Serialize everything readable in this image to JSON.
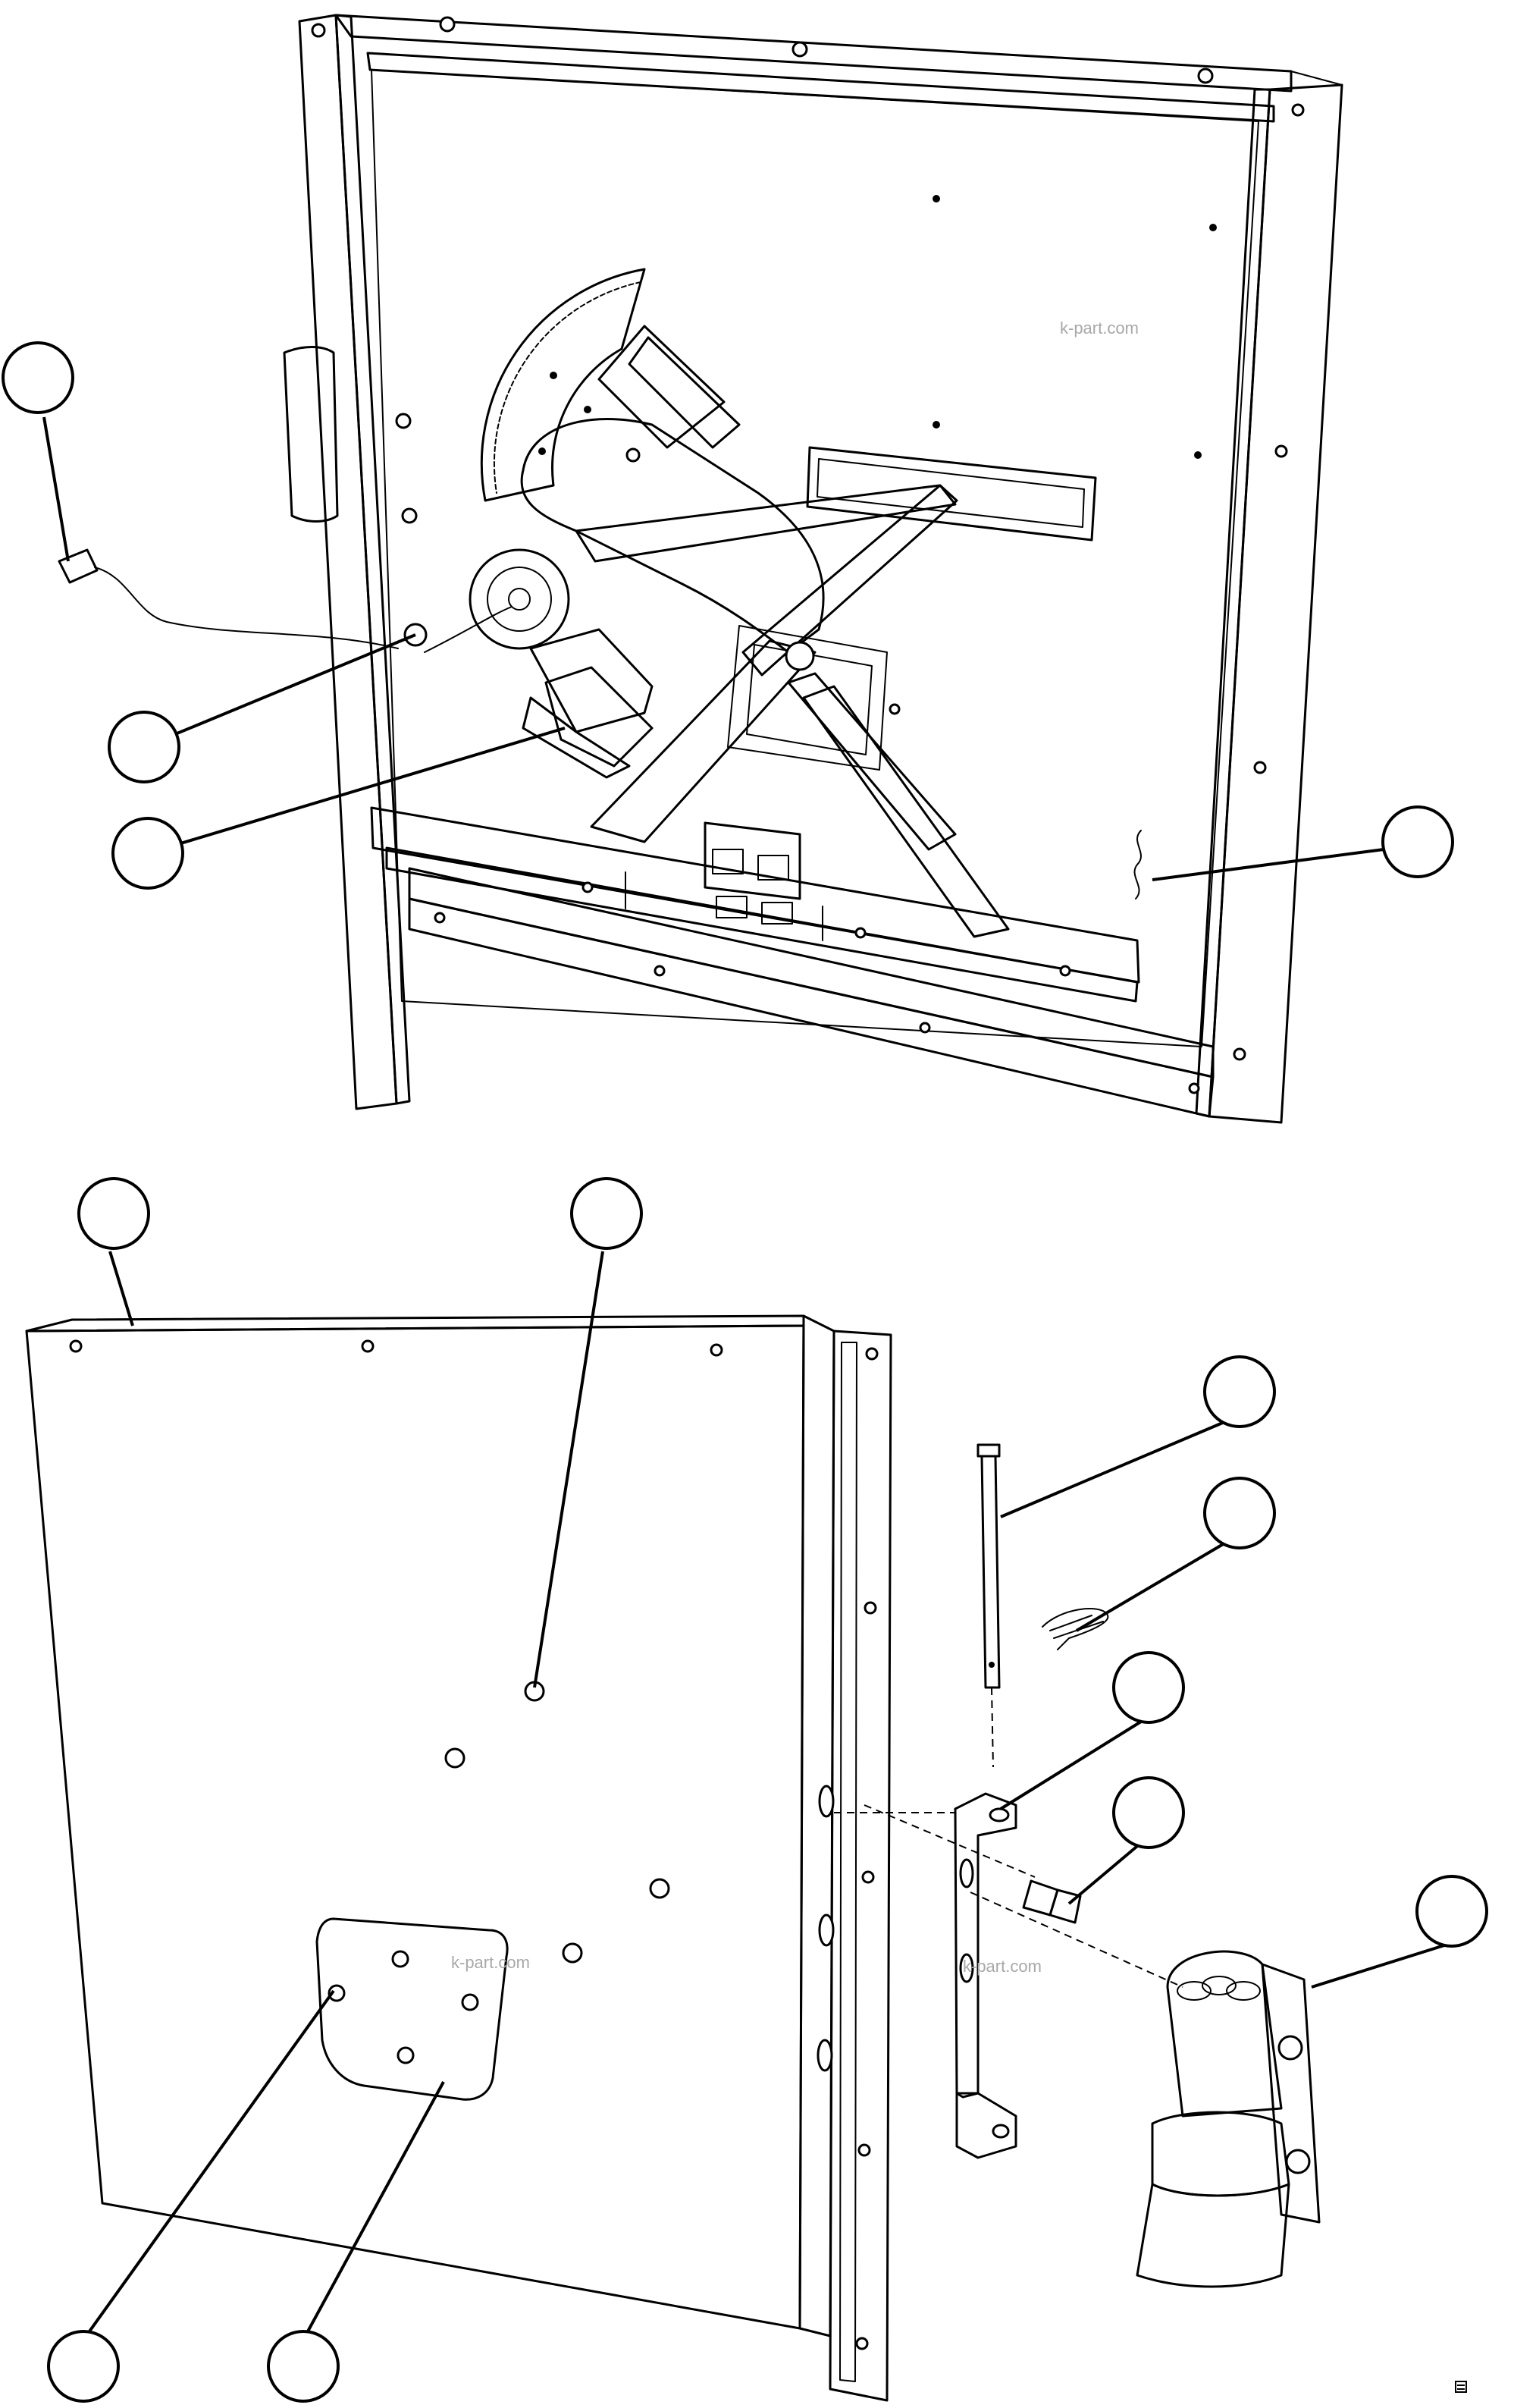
{
  "watermarks": {
    "top_panel": "k-part.com",
    "cover_panel": "k-part.com",
    "bracket_area": "k-part.com"
  },
  "callouts": [
    {
      "id": "c1",
      "target": "electrical-connector",
      "label": ""
    },
    {
      "id": "c2",
      "target": "motor-mount-washer",
      "label": ""
    },
    {
      "id": "c3",
      "target": "window-regulator-motor",
      "label": ""
    },
    {
      "id": "c4",
      "target": "window-glass-panel",
      "label": ""
    },
    {
      "id": "c5",
      "target": "door-inner-panel",
      "label": ""
    },
    {
      "id": "c6",
      "target": "panel-stud",
      "label": ""
    },
    {
      "id": "c7",
      "target": "hinge-pin",
      "label": ""
    },
    {
      "id": "c8",
      "target": "retaining-clip",
      "label": ""
    },
    {
      "id": "c9",
      "target": "hinge-bracket",
      "label": ""
    },
    {
      "id": "c10",
      "target": "bracket-bolt",
      "label": ""
    },
    {
      "id": "c11",
      "target": "hinge-post-assembly",
      "label": ""
    },
    {
      "id": "c12",
      "target": "cover-plate-screw",
      "label": ""
    },
    {
      "id": "c13",
      "target": "access-cover-plate",
      "label": ""
    }
  ],
  "colors": {
    "line": "#000000",
    "background": "#ffffff",
    "watermark": "#a8a8a8"
  }
}
